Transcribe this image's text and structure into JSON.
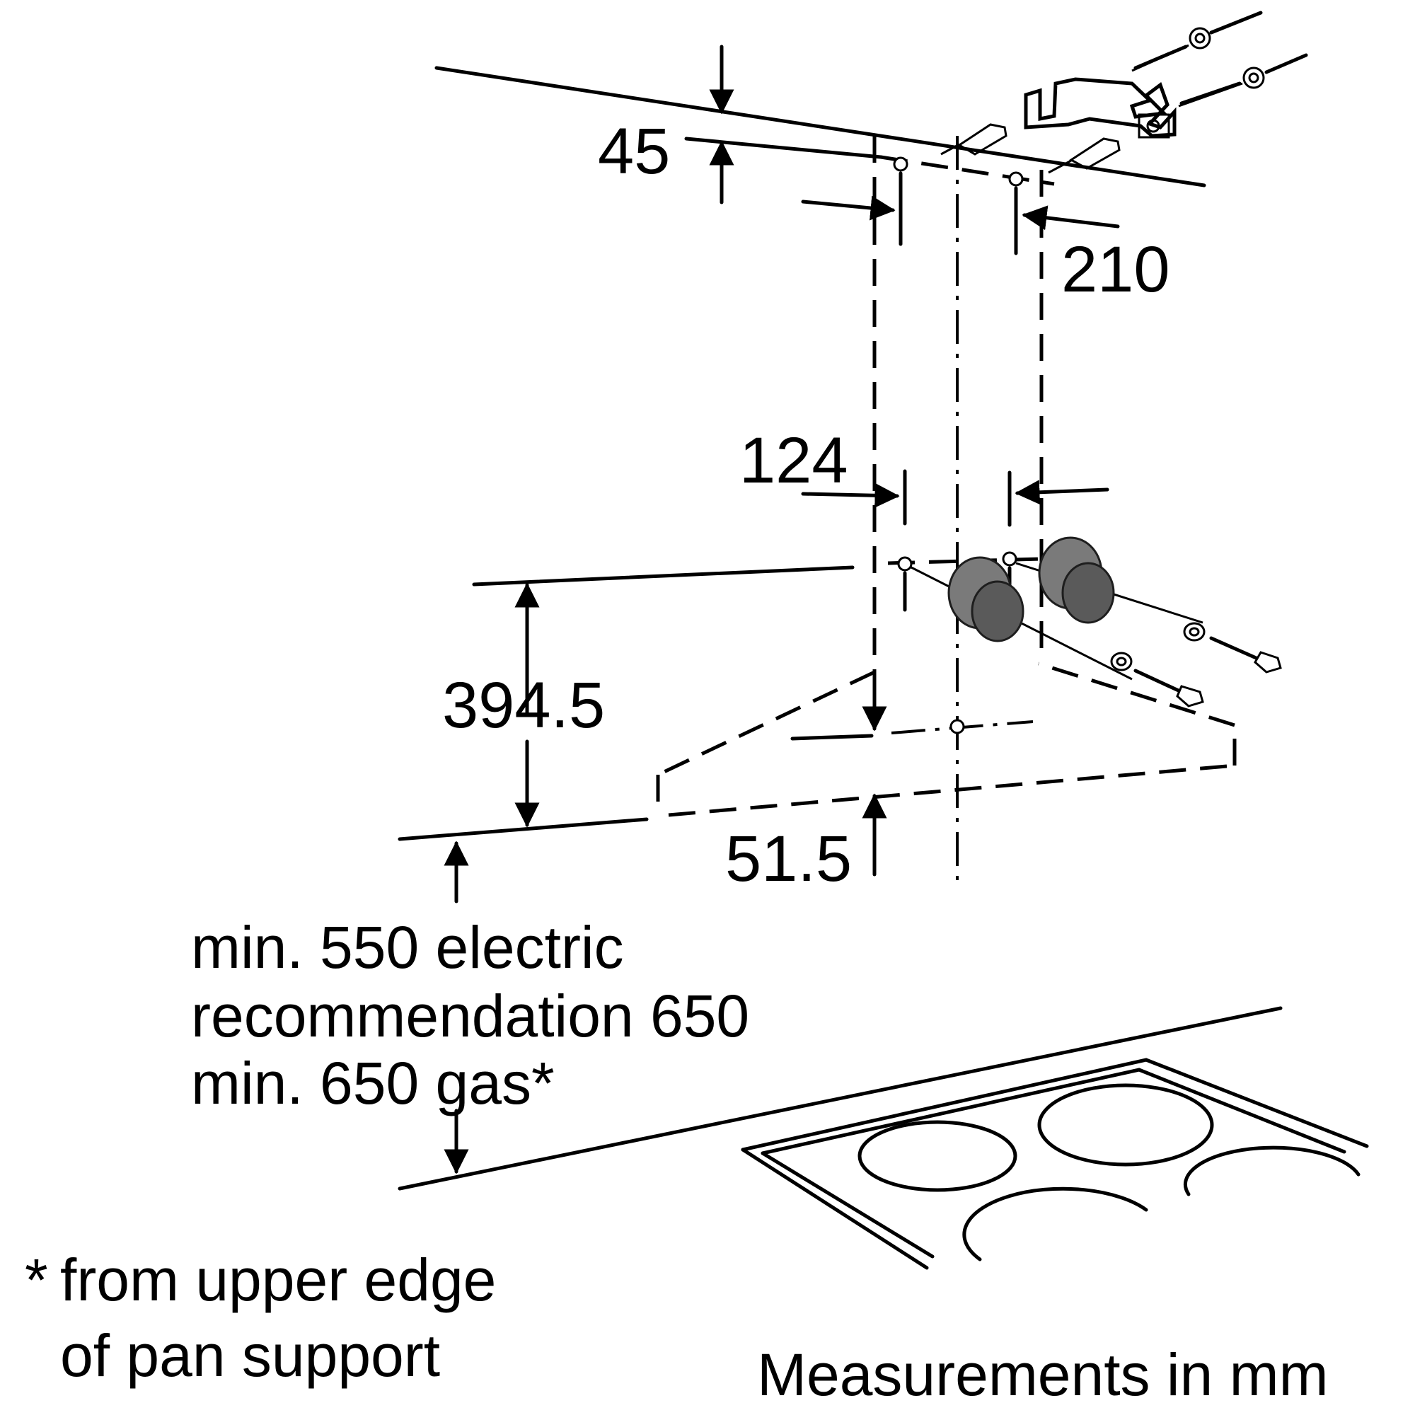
{
  "dimensions": {
    "top_offset": "45",
    "bracket_spacing": "210",
    "plug_spacing": "124",
    "hood_height": "394.5",
    "lower_offset": "51.5"
  },
  "clearance_note": {
    "line1": "min. 550 electric",
    "line2": "recommendation 650",
    "line3": "min. 650 gas*"
  },
  "footnote": {
    "star": "*",
    "line1": "from upper edge",
    "line2": "of pan support"
  },
  "units_label": "Measurements in mm",
  "icons": [
    "wall-bracket-icon",
    "wall-plug-icon",
    "screw-icon",
    "washer-icon",
    "cooktop-icon",
    "dimension-arrow-icon"
  ]
}
